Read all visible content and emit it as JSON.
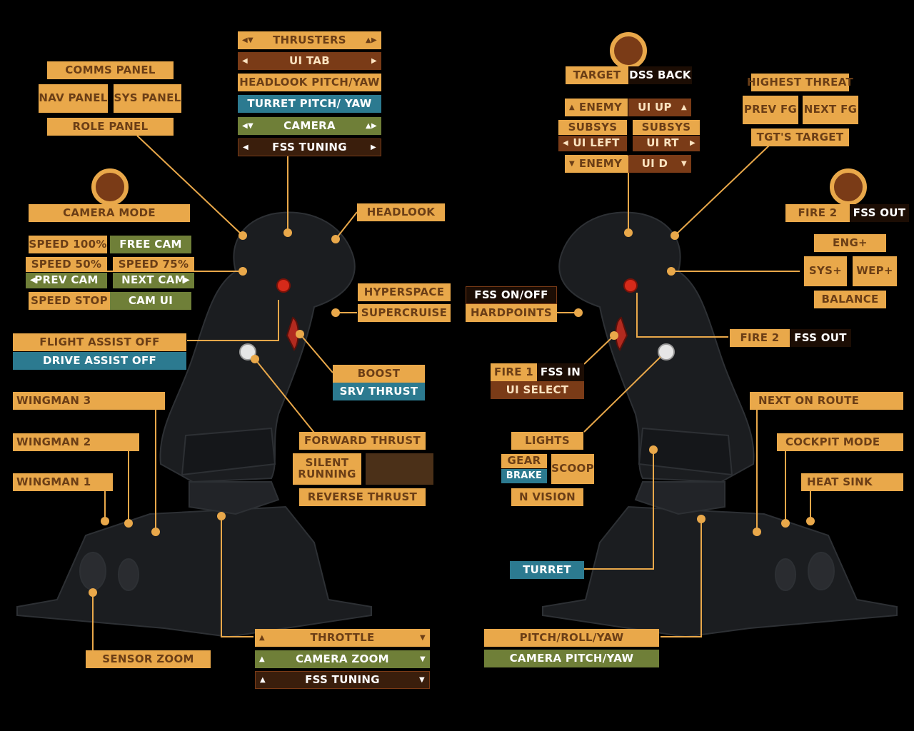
{
  "labels": {
    "thrusters": "THRUSTERS",
    "ui_tab": "UI TAB",
    "headlook": "HEADLOOK PITCH/YAW",
    "turret_pitch_yaw": "TURRET PITCH/ YAW",
    "camera": "CAMERA",
    "fss_tuning_top": "FSS TUNING",
    "comms_panel": "COMMS PANEL",
    "nav_panel": "NAV PANEL",
    "sys_panel": "SYS PANEL",
    "role_panel": "ROLE PANEL",
    "camera_mode": "CAMERA MODE",
    "speed_100": "SPEED 100%",
    "free_cam": "FREE CAM",
    "speed_50": "SPEED 50%",
    "speed_75": "SPEED 75%",
    "prev_cam": "PREV CAM",
    "next_cam": "NEXT CAM",
    "speed_stop": "SPEED STOP",
    "cam_ui": "CAM UI",
    "headlook_right": "HEADLOOK",
    "hyperspace": "HYPERSPACE",
    "supercruise": "SUPERCRUISE",
    "flight_assist_off": "FLIGHT ASSIST OFF",
    "drive_assist_off": "DRIVE ASSIST OFF",
    "boost": "BOOST",
    "srv_thrust": "SRV THRUST",
    "wingman_3": "WINGMAN 3",
    "wingman_2": "WINGMAN 2",
    "wingman_1": "WINGMAN 1",
    "forward_thrust": "FORWARD THRUST",
    "silent_running": "SILENT RUNNING",
    "reverse_thrust": "REVERSE THRUST",
    "sensor_zoom": "SENSOR ZOOM",
    "throttle": "THROTTLE",
    "camera_zoom": "CAMERA ZOOM",
    "fss_tuning_bottom": "FSS TUNING",
    "target": "TARGET",
    "dss_back": "DSS BACK",
    "enemy_up": "ENEMY",
    "ui_up": "UI UP",
    "subsys_left": "SUBSYS",
    "subsys_right": "SUBSYS",
    "ui_left": "UI  LEFT",
    "ui_rt": "UI  RT",
    "enemy_down": "ENEMY",
    "ui_d": "UI D",
    "highest_threat": "HIGHEST THREAT",
    "prev_fg": "PREV FG",
    "next_fg": "NEXT FG",
    "tgts_target": "TGT'S TARGET",
    "fire2_top": "FIRE 2",
    "fss_out_top": "FSS OUT",
    "eng_plus": "ENG+",
    "sys_plus": "SYS+",
    "wep_plus": "WEP+",
    "balance": "BALANCE",
    "fss_on_off": "FSS ON/OFF",
    "hardpoints": "HARDPOINTS",
    "fire2_mid": "FIRE 2",
    "fss_out_mid": "FSS OUT",
    "fire1": "FIRE 1",
    "fss_in": "FSS IN",
    "ui_select": "UI SELECT",
    "lights": "LIGHTS",
    "gear": "GEAR",
    "brake": "BRAKE",
    "scoop": "SCOOP",
    "n_vision": "N VISION",
    "next_on_route": "NEXT ON ROUTE",
    "cockpit_mode": "COCKPIT MODE",
    "heat_sink": "HEAT SINK",
    "turret": "TURRET",
    "pitch_roll_yaw": "PITCH/ROLL/YAW",
    "camera_pitch_yaw": "CAMERA PITCH/YAW"
  },
  "colors": {
    "orange": "#e9a84a",
    "brown": "#7a3b17",
    "teal": "#2c7a90",
    "green": "#6f7f38",
    "dark_brown": "#4b3018",
    "wire": "#e9a84a"
  }
}
